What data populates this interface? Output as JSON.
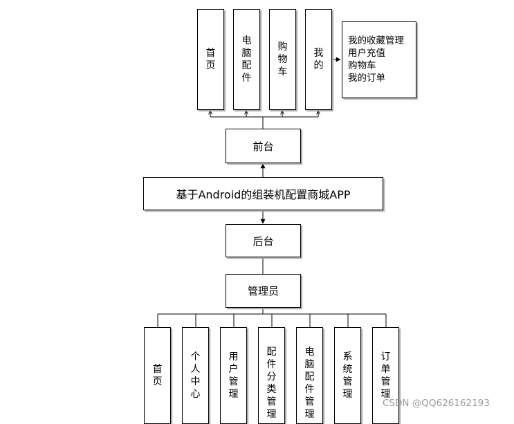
{
  "front_modules": [
    {
      "label": "首页"
    },
    {
      "label": "电脑配件"
    },
    {
      "label": "购物车"
    },
    {
      "label": "我的"
    }
  ],
  "my_submenu": [
    "我的收藏管理",
    "用户充值",
    "购物车",
    "我的订单"
  ],
  "front_label": "前台",
  "system_title": "基于Android的组装机配置商城APP",
  "back_label": "后台",
  "admin_label": "管理员",
  "admin_modules": [
    {
      "label": "首页"
    },
    {
      "label": "个人中心"
    },
    {
      "label": "用户管理"
    },
    {
      "label": "配件分类管理"
    },
    {
      "label": "电脑配件管理"
    },
    {
      "label": "系统管理"
    },
    {
      "label": "订单管理"
    }
  ],
  "watermark": "CSDN @QQ626162193"
}
